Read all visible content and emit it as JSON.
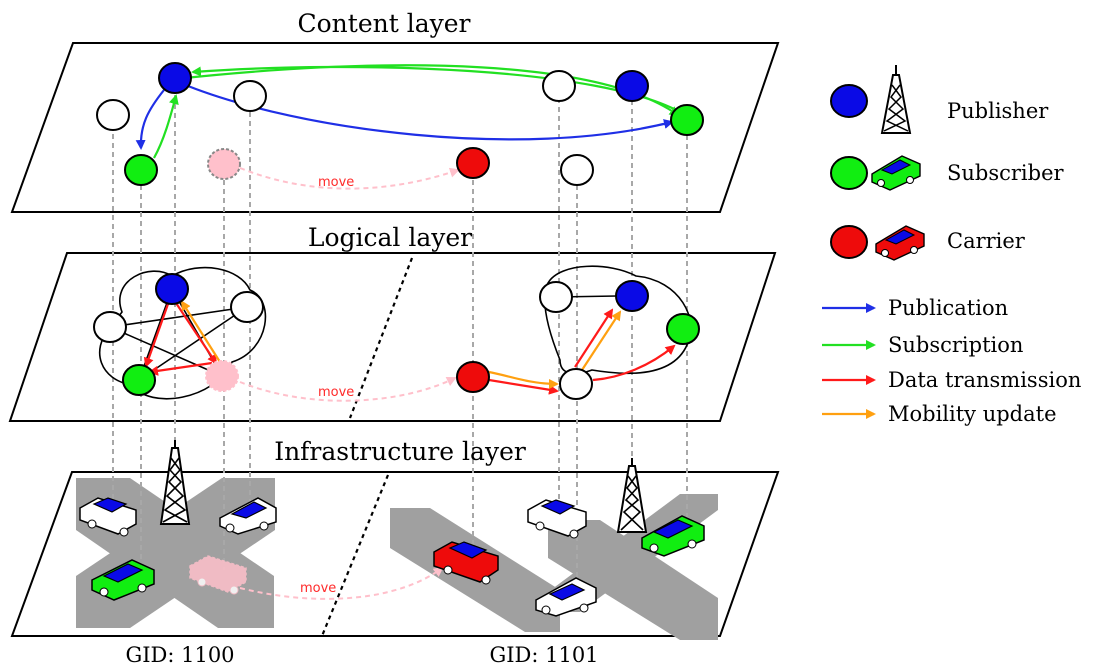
{
  "layers": {
    "content": "Content layer",
    "logical": "Logical layer",
    "infrastructure": "Infrastructure layer"
  },
  "gids": {
    "left": "GID: 1100",
    "right": "GID: 1101"
  },
  "move_label": "move",
  "legend": {
    "publisher": "Publisher",
    "subscriber": "Subscriber",
    "carrier": "Carrier",
    "publication": "Publication",
    "subscription": "Subscription",
    "data_transmission": "Data transmission",
    "mobility_update": "Mobility update"
  },
  "colors": {
    "publisher": "#0a0ae6",
    "subscriber": "#11ee11",
    "carrier": "#ee0b0b",
    "moved_node": "#ffc0cb",
    "publication_arrow": "#1f2fe6",
    "subscription_arrow": "#22e022",
    "data_transmission_arrow": "#ff1a1a",
    "mobility_update_arrow": "#ffa010",
    "move_arrow": "#ffc0cb",
    "road": "#a0a0a0"
  }
}
